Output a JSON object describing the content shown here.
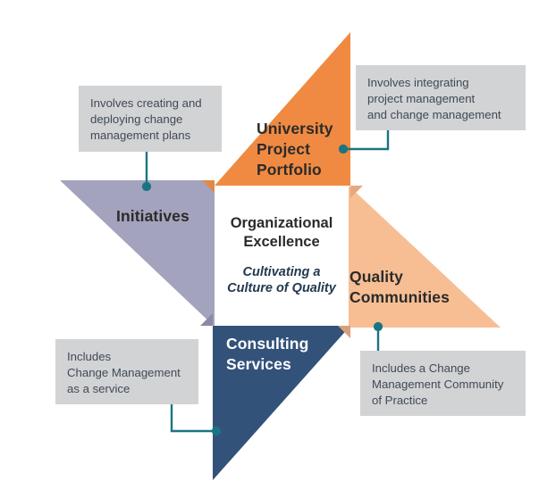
{
  "diagram": {
    "title": "Organizational Excellence pinwheel diagram",
    "center": {
      "title": "Organizational\nExcellence",
      "subtitle": "Cultivating a\nCulture of Quality"
    },
    "wedges": [
      {
        "id": "university-project-portfolio",
        "label": "University\nProject\nPortfolio",
        "color": "#f08a42",
        "text_color": "#2b2b2b",
        "position": "top"
      },
      {
        "id": "initiatives",
        "label": "Initiatives",
        "color": "#a3a3be",
        "text_color": "#2b2b2b",
        "position": "left"
      },
      {
        "id": "quality-communities",
        "label": "Quality\nCommunities",
        "color": "#f7be94",
        "text_color": "#2b2b2b",
        "position": "right"
      },
      {
        "id": "consulting-services",
        "label": "Consulting\nServices",
        "color": "#33527a",
        "text_color": "#ffffff",
        "position": "bottom"
      }
    ],
    "callouts": [
      {
        "id": "callout-initiatives",
        "text": "Involves creating and\ndeploying change\nmanagement plans",
        "target": "initiatives"
      },
      {
        "id": "callout-university-project-portfolio",
        "text": "Involves integrating\nproject management\nand change management",
        "target": "university-project-portfolio"
      },
      {
        "id": "callout-consulting-services",
        "text": "Includes\nChange Management\nas a service",
        "target": "consulting-services"
      },
      {
        "id": "callout-quality-communities",
        "text": "Includes a Change\nManagement Community\nof Practice",
        "target": "quality-communities"
      }
    ],
    "colors": {
      "callout_background": "#d2d3d4",
      "callout_text": "#3f4a57",
      "connector": "#1a7484",
      "center_background": "#ffffff",
      "page_background": "#ffffff"
    }
  }
}
